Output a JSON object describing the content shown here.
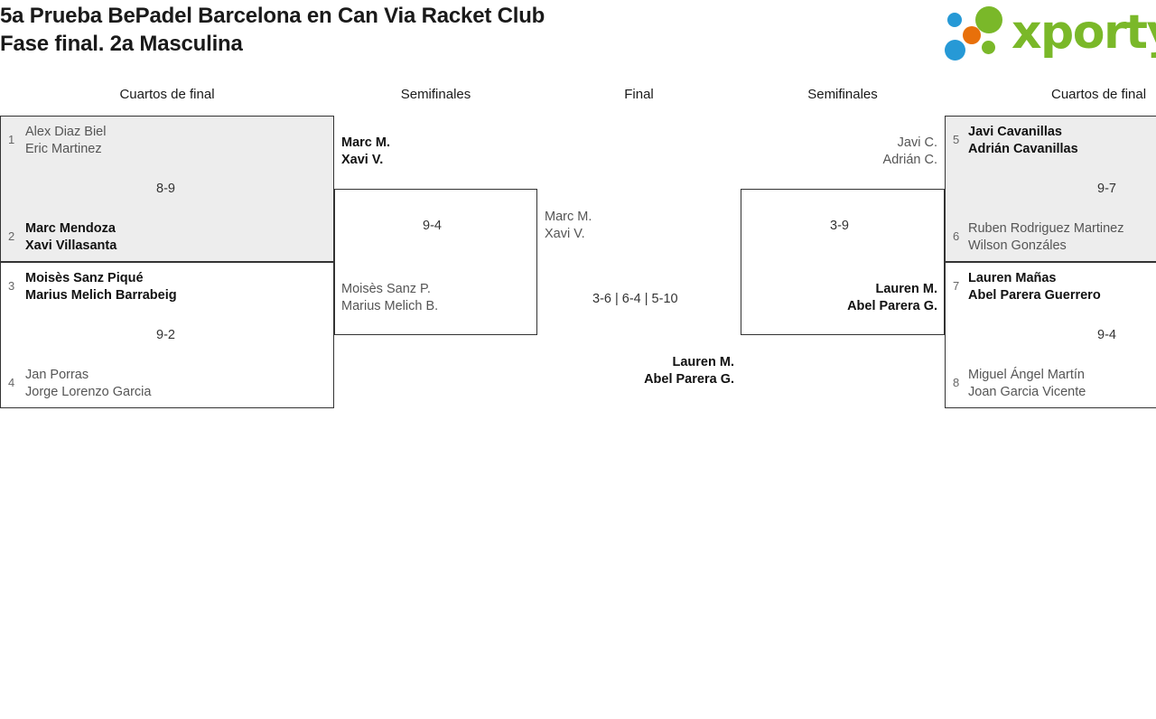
{
  "header": {
    "title_line1": "5a Prueba BePadel Barcelona en Can Via Racket Club",
    "title_line2": "Fase final. 2a Masculina",
    "logo_text": "xporty",
    "logo_colors": {
      "green": "#7ab829",
      "blue": "#2699d6",
      "orange": "#e8700a"
    }
  },
  "rounds": {
    "left_qf": "Cuartos de final",
    "left_sf": "Semifinales",
    "final": "Final",
    "right_sf": "Semifinales",
    "right_qf": "Cuartos de final"
  },
  "quarterfinals": [
    {
      "id": "qf1",
      "shaded": true,
      "top": {
        "seed": "1",
        "p1": "Alex Diaz Biel",
        "p2": "Eric Martinez",
        "result": "loser"
      },
      "bottom": {
        "seed": "2",
        "p1": "Marc Mendoza",
        "p2": "Xavi Villasanta",
        "result": "winner"
      },
      "score": "8-9"
    },
    {
      "id": "qf2",
      "shaded": false,
      "top": {
        "seed": "3",
        "p1": "Moisès Sanz Piqué",
        "p2": "Marius Melich Barrabeig",
        "result": "winner"
      },
      "bottom": {
        "seed": "4",
        "p1": "Jan Porras",
        "p2": "Jorge Lorenzo Garcia",
        "result": "loser"
      },
      "score": "9-2"
    },
    {
      "id": "qf3",
      "shaded": true,
      "top": {
        "seed": "5",
        "p1": "Javi Cavanillas",
        "p2": "Adrián Cavanillas",
        "result": "winner"
      },
      "bottom": {
        "seed": "6",
        "p1": "Ruben Rodriguez Martinez",
        "p2": "Wilson Gonzáles",
        "result": "loser"
      },
      "score": "9-7"
    },
    {
      "id": "qf4",
      "shaded": false,
      "top": {
        "seed": "7",
        "p1": "Lauren Mañas",
        "p2": "Abel Parera Guerrero",
        "result": "winner"
      },
      "bottom": {
        "seed": "8",
        "p1": "Miguel Ángel Martín",
        "p2": "Joan Garcia Vicente",
        "result": "loser"
      },
      "score": "9-4"
    }
  ],
  "semifinals": [
    {
      "id": "sf-left",
      "top": {
        "p1": "Marc M.",
        "p2": "Xavi V.",
        "result": "winner"
      },
      "bottom": {
        "p1": "Moisès Sanz P.",
        "p2": "Marius Melich B.",
        "result": "loser"
      },
      "score": "9-4"
    },
    {
      "id": "sf-right",
      "top": {
        "p1": "Javi C.",
        "p2": "Adrián C.",
        "result": "loser"
      },
      "bottom": {
        "p1": "Lauren M.",
        "p2": "Abel Parera G.",
        "result": "winner"
      },
      "score": "3-9"
    }
  ],
  "final": {
    "top": {
      "p1": "Marc M.",
      "p2": "Xavi V.",
      "result": "loser"
    },
    "bottom": {
      "p1": "Lauren M.",
      "p2": "Abel Parera G.",
      "result": "winner"
    },
    "score": "3-6 | 6-4 | 5-10"
  }
}
